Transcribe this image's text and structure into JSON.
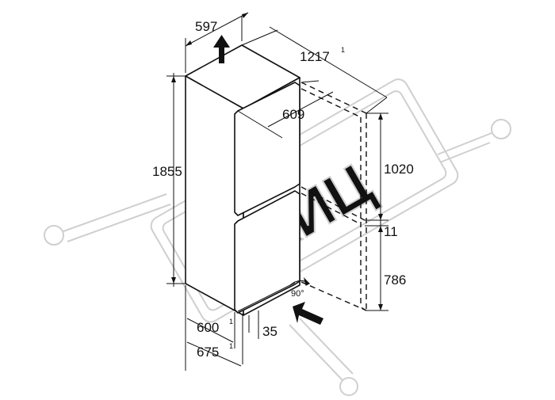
{
  "diagram": {
    "dimensions": {
      "width_top": "597",
      "depth_door_open": "1217",
      "depth_door_open_note": "1",
      "door_width": "609",
      "height_total": "1855",
      "upper_door_height": "1020",
      "door_gap": "11",
      "lower_door_height": "786",
      "width_bottom": "600",
      "width_bottom_note": "1",
      "depth_total": "675",
      "depth_total_note": "1",
      "plinth": "35"
    },
    "door_angle": "90°",
    "watermark": "КИЦ",
    "colors": {
      "line": "#111111",
      "watermark": "#cfcfcf"
    },
    "icons": [
      "up-arrow-icon",
      "air-flow-arrow-icon"
    ]
  }
}
